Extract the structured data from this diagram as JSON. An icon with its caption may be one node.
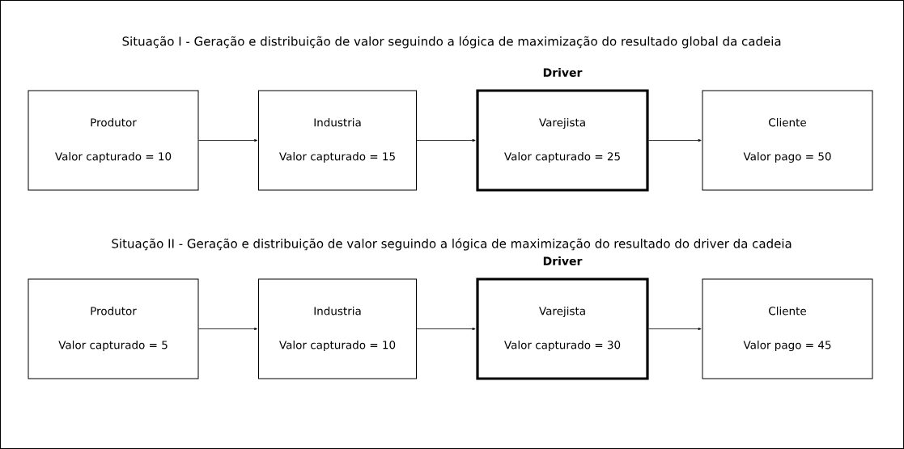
{
  "diagram": {
    "nodes": [
      {
        "text": [
          "Produtor",
          "Valor capturado = 10"
        ]
      },
      {
        "text": [
          "Industria",
          "Valor capturado = 15"
        ]
      },
      {
        "text": [
          "Varejista",
          "Valor capturado = 25"
        ],
        "beside": [
          "Driver"
        ]
      },
      {
        "text": [
          "Cliente",
          "Valor pago = 50"
        ]
      },
      {
        "text": [
          "Produtor",
          "Valor capturado = 5"
        ]
      },
      {
        "text": [
          "Industria",
          "Valor capturado = 10"
        ]
      },
      {
        "text": [
          "Varejista",
          "Valor capturado = 30"
        ],
        "beside": [
          "Driver"
        ]
      },
      {
        "text": [
          "Cliente",
          "Valor pago = 45"
        ]
      }
    ],
    "edges": [
      {
        "from": 0,
        "to": 1,
        "arrow": "to"
      },
      {
        "from": 1,
        "to": 2,
        "arrow": "to"
      },
      {
        "from": 2,
        "to": 3,
        "arrow": "to"
      },
      {
        "from": 4,
        "to": 5,
        "arrow": "to"
      },
      {
        "from": 5,
        "to": 6,
        "arrow": "to"
      },
      {
        "from": 6,
        "to": 7,
        "arrow": "to"
      }
    ],
    "labels": [
      "Situação I - Geração e distribuição de valor seguindo a lógica de maximização do resultado global da cadeia",
      "Situação II - Geração e distribuição de valor seguindo a lógica de maximização do resultado do driver da cadeia"
    ]
  }
}
